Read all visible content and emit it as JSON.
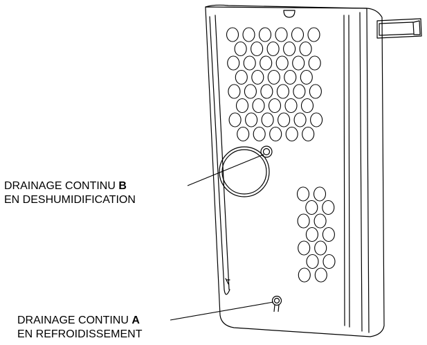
{
  "callouts": {
    "b": {
      "line1": "DRAINAGE CONTINU",
      "letter": "B",
      "line2": "EN DESHUMIDIFICATION"
    },
    "a": {
      "line1": "DRAINAGE CONTINU",
      "letter": "A",
      "line2": "EN REFROIDISSEMENT"
    }
  },
  "colors": {
    "stroke": "#000000",
    "background": "#ffffff"
  }
}
